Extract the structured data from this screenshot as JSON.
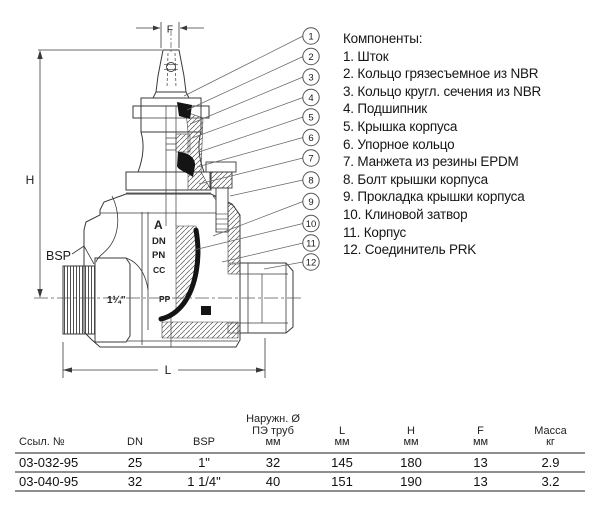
{
  "drawing": {
    "labels": {
      "f": "F",
      "h": "H",
      "l": "L",
      "bsp": "BSP"
    },
    "callout_numbers": [
      "1",
      "2",
      "3",
      "4",
      "5",
      "6",
      "7",
      "8",
      "9",
      "10",
      "11",
      "12"
    ],
    "cast_marks": {
      "brand": "A",
      "dn": "DN",
      "pn": "PN",
      "cc": "CC",
      "pp": "PP",
      "size": "1¼\""
    }
  },
  "components": {
    "title": "Компоненты:",
    "items": [
      "1. Шток",
      "2. Кольцо грязесъемное из NBR",
      "3. Кольцо кругл. сечения из NBR",
      "4. Подшипник",
      "5. Крышка корпуса",
      "6. Упорное кольцо",
      "7. Манжета из резины EPDM",
      "8. Болт крышки корпуса",
      "9. Прокладка крышки корпуса",
      "10. Клиновой затвор",
      "11. Корпус",
      "12. Соединитель PRK"
    ]
  },
  "table": {
    "col_headers": [
      {
        "lines": [
          "Ссыл. №"
        ]
      },
      {
        "lines": [
          "DN"
        ]
      },
      {
        "lines": [
          "BSP"
        ]
      },
      {
        "lines": [
          "Наружн. Ø",
          "ПЭ труб",
          "мм"
        ]
      },
      {
        "lines": [
          "L",
          "мм"
        ]
      },
      {
        "lines": [
          "H",
          "мм"
        ]
      },
      {
        "lines": [
          "F",
          "мм"
        ]
      },
      {
        "lines": [
          "Масса",
          "кг"
        ]
      }
    ],
    "rows": [
      [
        "03-032-95",
        "25",
        "1\"",
        "32",
        "145",
        "180",
        "13",
        "2.9"
      ],
      [
        "03-040-95",
        "32",
        "1 1/4\"",
        "40",
        "151",
        "190",
        "13",
        "3.2"
      ]
    ]
  }
}
